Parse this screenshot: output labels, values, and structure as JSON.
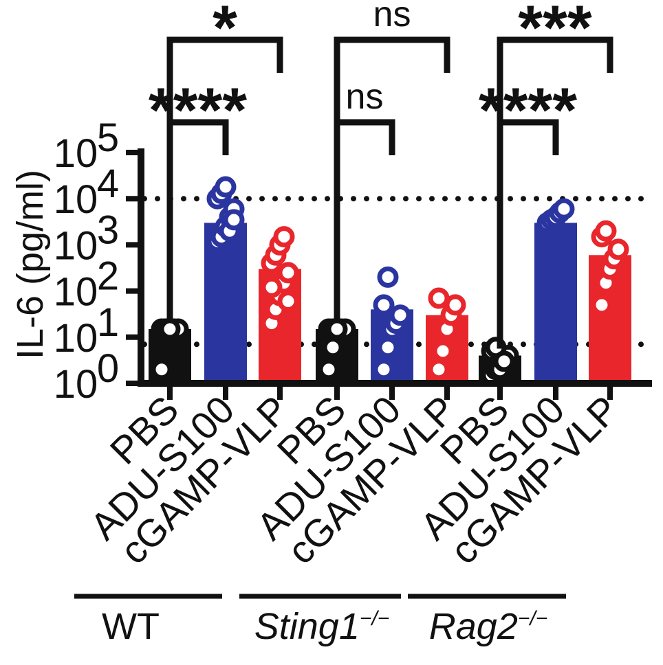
{
  "chart_data": {
    "type": "bar",
    "scale": "log",
    "ylabel": "IL-6 (pg/ml)",
    "ylim": [
      1,
      100000
    ],
    "yticks": [
      {
        "value": 1,
        "base": "10",
        "exp": "0"
      },
      {
        "value": 10,
        "base": "10",
        "exp": "1"
      },
      {
        "value": 100,
        "base": "10",
        "exp": "2"
      },
      {
        "value": 1000,
        "base": "10",
        "exp": "3"
      },
      {
        "value": 10000,
        "base": "10",
        "exp": "4"
      },
      {
        "value": 100000,
        "base": "10",
        "exp": "5"
      }
    ],
    "reference_lines": [
      10000,
      7
    ],
    "categories": [
      "PBS",
      "ADU-S100",
      "cGAMP-VLP",
      "PBS",
      "ADU-S100",
      "cGAMP-VLP",
      "PBS",
      "ADU-S100",
      "cGAMP-VLP"
    ],
    "groups": [
      {
        "label": "WT",
        "italic": false,
        "sup": "",
        "categories": [
          0,
          1,
          2
        ]
      },
      {
        "label": "Sting1",
        "italic": true,
        "sup": "−/−",
        "categories": [
          3,
          4,
          5
        ]
      },
      {
        "label": "Rag2",
        "italic": true,
        "sup": "−/−",
        "categories": [
          6,
          7,
          8
        ]
      }
    ],
    "colors": {
      "PBS": "#111111",
      "ADU-S100": "#2b35a0",
      "cGAMP-VLP": "#e8262b"
    },
    "bar_colors": [
      "#111111",
      "#2b35a0",
      "#e8262b",
      "#111111",
      "#2b35a0",
      "#e8262b",
      "#111111",
      "#2b35a0",
      "#e8262b"
    ],
    "values": [
      15,
      3000,
      300,
      15,
      40,
      30,
      4,
      3000,
      600
    ],
    "points": [
      [
        2,
        15,
        15,
        15,
        15,
        15,
        15,
        15
      ],
      [
        1200,
        1500,
        2500,
        4000,
        6000,
        10000,
        13000,
        18000,
        2000,
        3500
      ],
      [
        20,
        40,
        80,
        150,
        250,
        400,
        600,
        1000,
        1500,
        60,
        120
      ],
      [
        2,
        6,
        15,
        15,
        15,
        15,
        15,
        15
      ],
      [
        2,
        6,
        15,
        20,
        30,
        50,
        200
      ],
      [
        2,
        5,
        15,
        30,
        50,
        70
      ],
      [
        1.5,
        2,
        2.5,
        3,
        4,
        5,
        6,
        2,
        3
      ],
      [
        3000,
        3500,
        4000,
        5000,
        6000
      ],
      [
        50,
        150,
        300,
        500,
        800,
        1500,
        2000
      ]
    ],
    "significance": [
      {
        "from": 0,
        "to": 1,
        "label": "****",
        "level": 0
      },
      {
        "from": 0,
        "to": 2,
        "label": "*",
        "level": 1
      },
      {
        "from": 3,
        "to": 4,
        "label": "ns",
        "level": 0
      },
      {
        "from": 3,
        "to": 5,
        "label": "ns",
        "level": 1
      },
      {
        "from": 6,
        "to": 7,
        "label": "****",
        "level": 0
      },
      {
        "from": 6,
        "to": 8,
        "label": "***",
        "level": 1
      }
    ]
  }
}
